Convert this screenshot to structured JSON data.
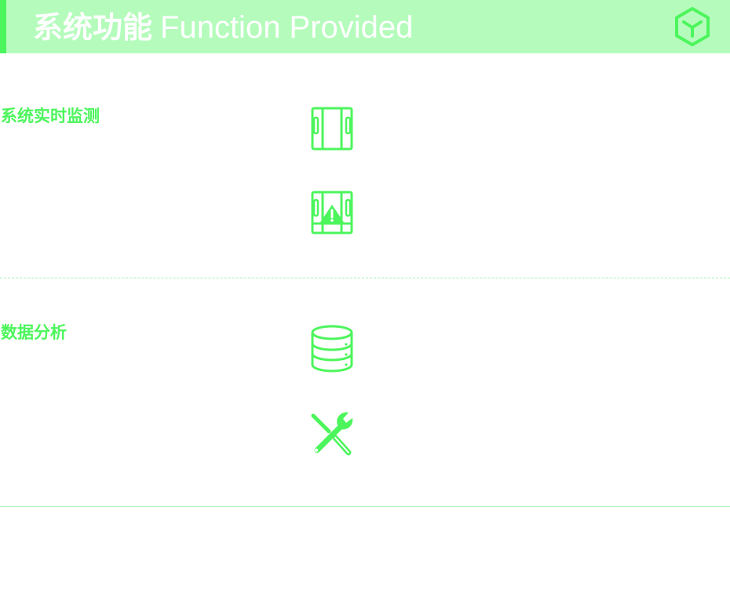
{
  "header": {
    "title_cn": "系统功能",
    "title_en": "Function Provided",
    "logo_icon": "hexagon-y-logo-icon",
    "background_color": "#b5fcbc",
    "accent_color": "#4cf55c"
  },
  "sections": [
    {
      "label": "系统实时监测",
      "icons": [
        "door-panel-icon",
        "door-warning-icon"
      ]
    },
    {
      "label": "数据分析",
      "icons": [
        "database-icon",
        "tools-icon"
      ]
    }
  ],
  "colors": {
    "accent": "#4cf55c",
    "divider": "#a5f0ad"
  }
}
